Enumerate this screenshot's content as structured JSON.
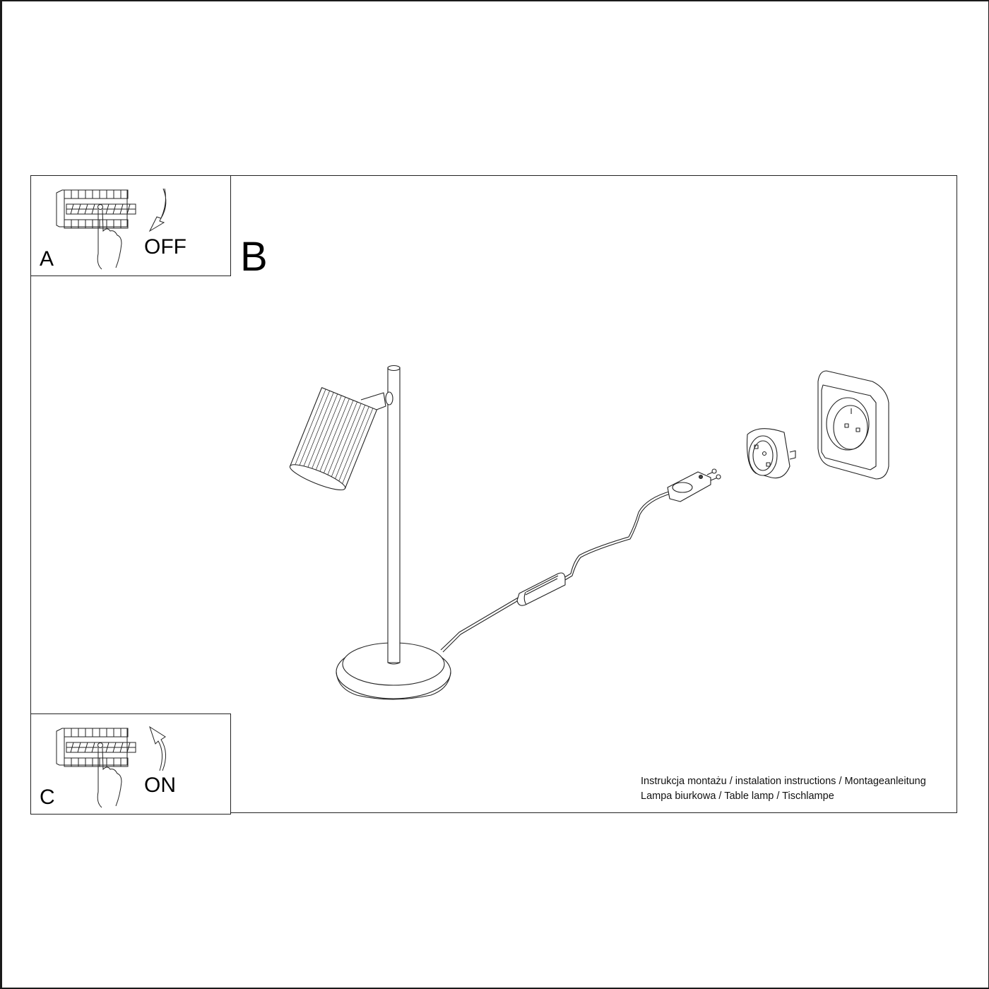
{
  "steps": {
    "a": {
      "letter": "A",
      "action": "OFF",
      "icon": "circuit-breaker-off"
    },
    "b": {
      "letter": "B",
      "icon": "table-lamp-plug-into-socket"
    },
    "c": {
      "letter": "C",
      "action": "ON",
      "icon": "circuit-breaker-on"
    }
  },
  "caption": {
    "line1": "Instrukcja montażu / instalation instructions / Montageanleitung",
    "line2": "Lampa biurkowa / Table lamp / Tischlampe"
  },
  "colors": {
    "line": "#222222",
    "background": "#ffffff"
  }
}
